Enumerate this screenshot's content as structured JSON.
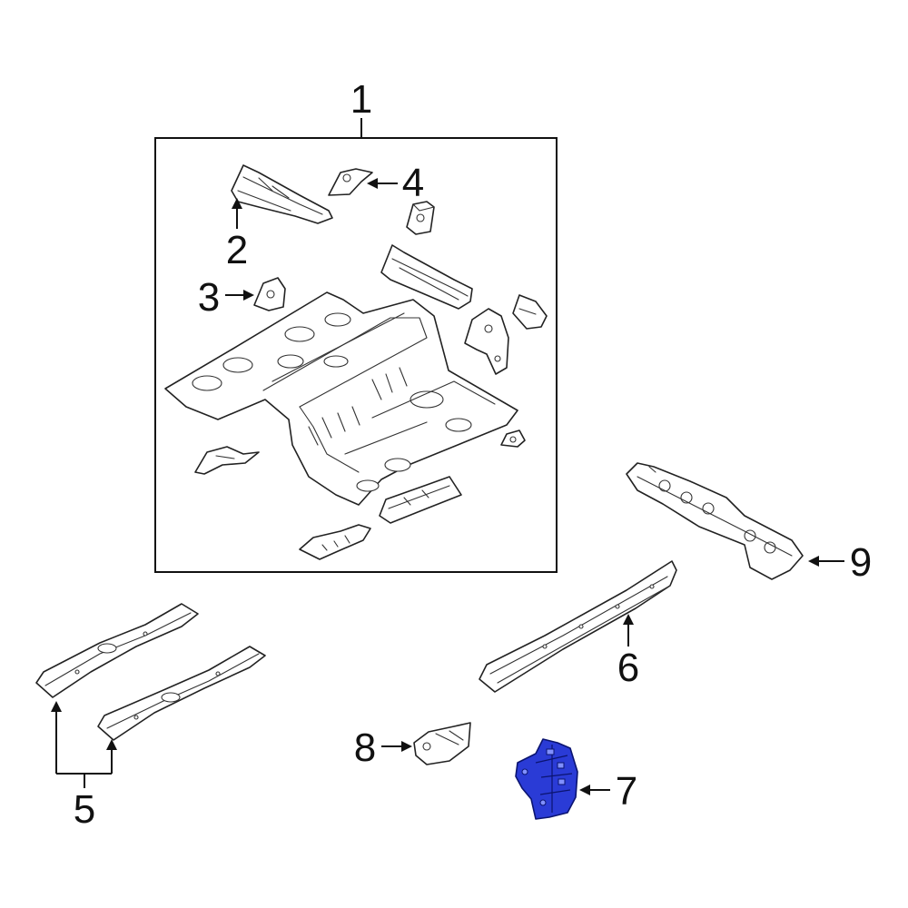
{
  "callouts": {
    "c1": "1",
    "c2": "2",
    "c3": "3",
    "c4": "4",
    "c5": "5",
    "c6": "6",
    "c7": "7",
    "c8": "8",
    "c9": "9"
  },
  "highlight_color": "#2a3bd6",
  "highlighted_part": "7"
}
